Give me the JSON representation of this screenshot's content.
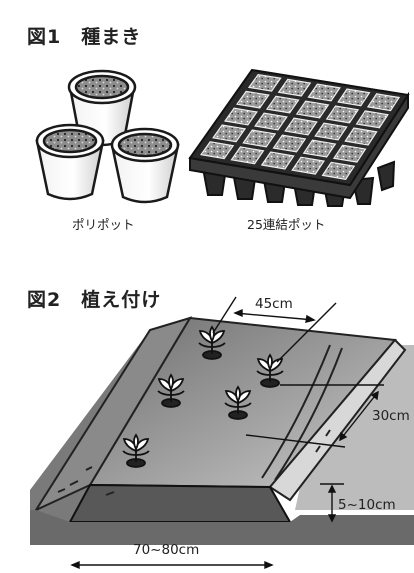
{
  "figure1": {
    "title": "図1　種まき",
    "caption_pots": "ポリポット",
    "caption_tray": "25連結ポット"
  },
  "figure2": {
    "title": "図2　植え付け",
    "dim_plant_spacing": "45cm",
    "dim_row_spacing": "30cm",
    "dim_bed_height": "5~10cm",
    "dim_bed_width": "70~80cm"
  }
}
